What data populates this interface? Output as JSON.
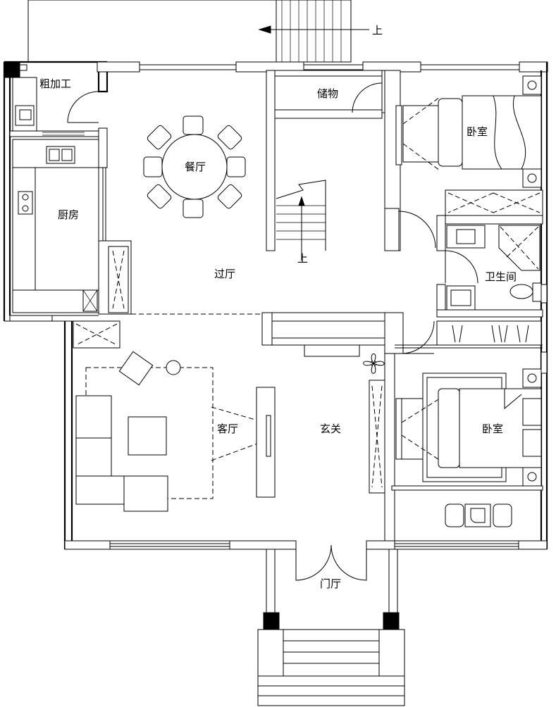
{
  "rooms": {
    "rough_processing": "粗加工",
    "storage": "储物",
    "dining": "餐厅",
    "bedroom_north": "卧室",
    "kitchen": "厨房",
    "hall": "过厅",
    "bathroom": "卫生间",
    "living": "客厅",
    "foyer": "玄关",
    "bedroom_south": "卧室",
    "porch": "门厅"
  },
  "stair_labels": {
    "exterior_up": "上",
    "interior_up": "上"
  }
}
